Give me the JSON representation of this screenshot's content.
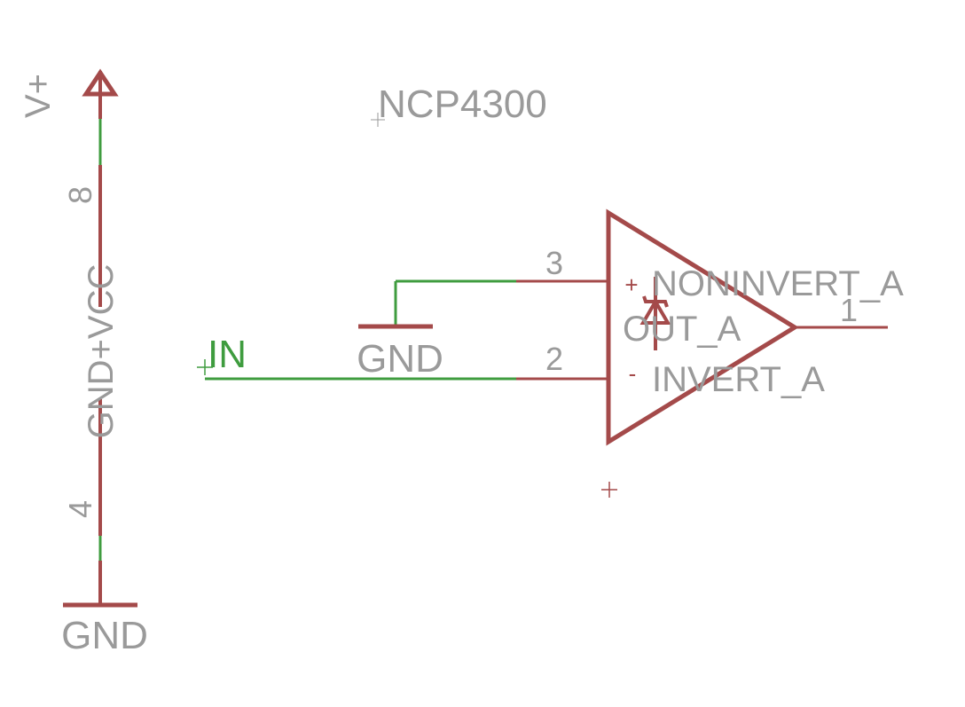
{
  "schematic": {
    "part_name": "NCP4300",
    "colors": {
      "symbol": "#a44a4a",
      "net": "#3f9c3f",
      "text": "#9a9a9a",
      "background": "#ffffff"
    },
    "power_symbols": {
      "vplus_label": "V+",
      "gnd_left_label": "GND",
      "gnd_mid_label": "GND"
    },
    "supply_part": {
      "pin_top_number": "8",
      "pin_bottom_number": "4",
      "pin_label": "GND+VCC"
    },
    "opamp": {
      "pin_noninv_number": "3",
      "pin_inv_number": "2",
      "pin_out_number": "1",
      "plus_sign": "+",
      "minus_sign": "-",
      "noninv_label": "NONINVERT_A",
      "out_label": "OUT_A",
      "inv_label": "INVERT_A"
    },
    "net_in_label": "IN"
  }
}
